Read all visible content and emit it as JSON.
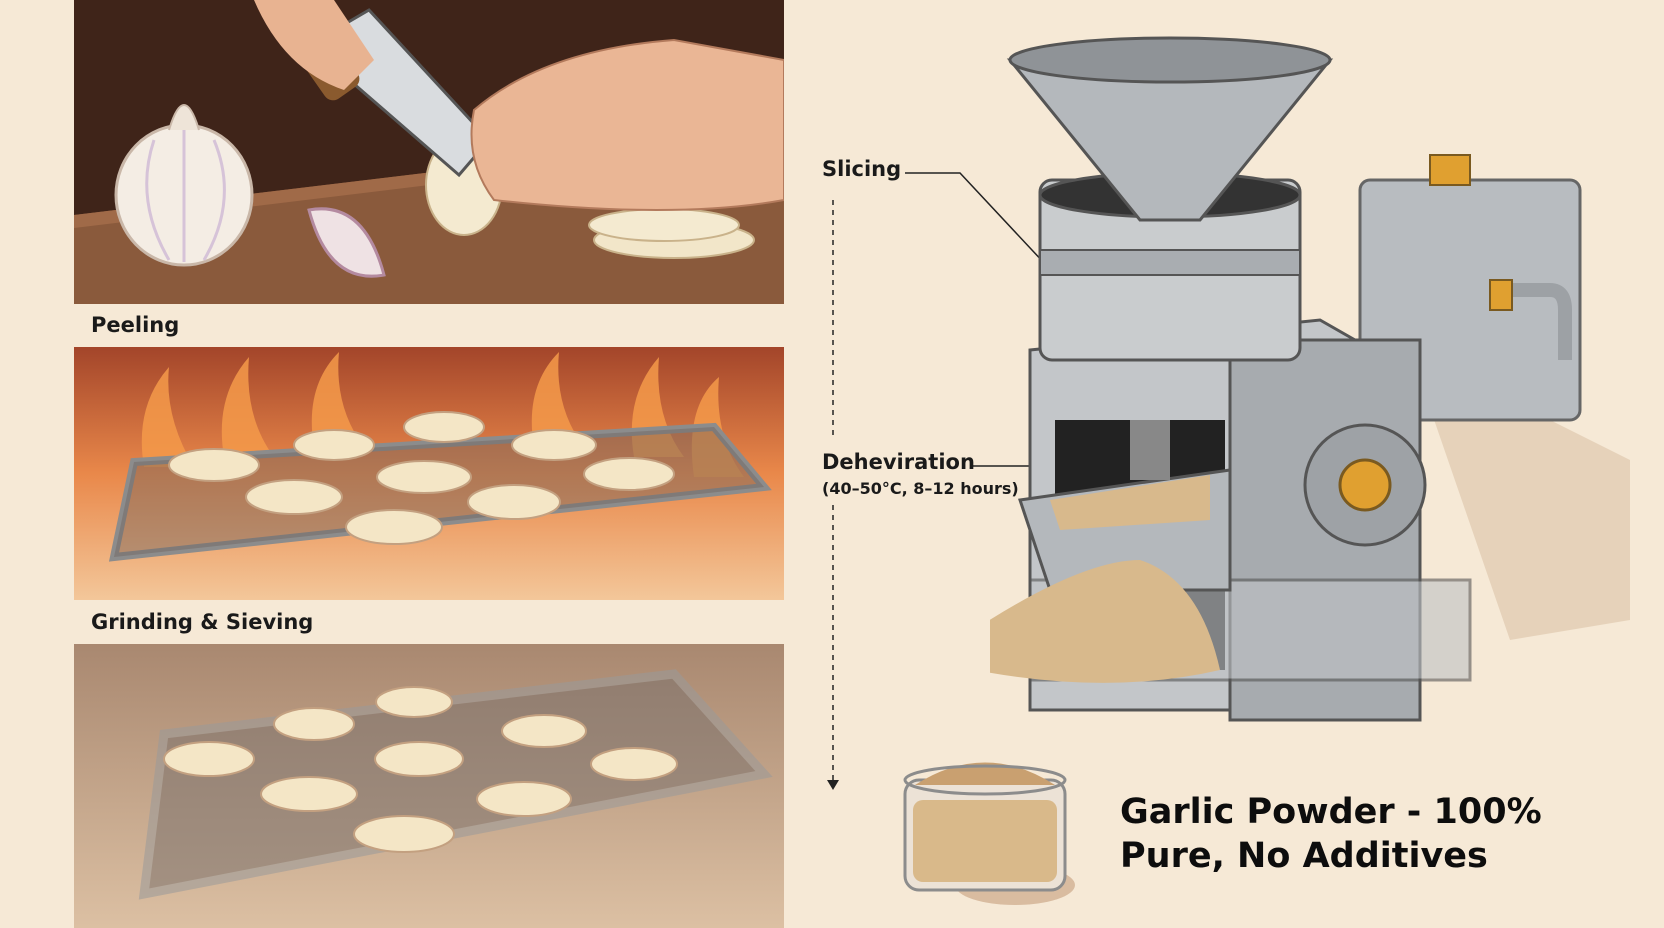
{
  "steps": {
    "peeling": "Peeling",
    "grinding": "Grinding & Sieving",
    "slicing": "Slicing",
    "dehydration": "Deheviration",
    "dehydration_detail": "(40–50°C, 8–12 hours)"
  },
  "final": {
    "line1": "Garlic Powder - 100%",
    "line2": "Pure, No Additives"
  },
  "colors": {
    "background": "#f6e9d6",
    "fire": "#e9884a",
    "steel": "#a9adb1",
    "brass": "#e0a030",
    "powder": "#d8b98c"
  }
}
